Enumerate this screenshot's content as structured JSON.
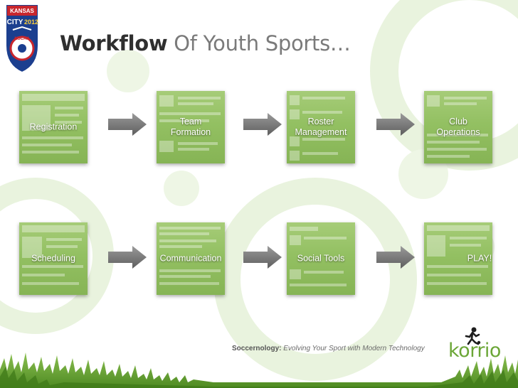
{
  "header": {
    "title_bold": "Workflow",
    "title_rest": "Of Youth Sports…",
    "badge": {
      "line1": "KANSAS",
      "line2": "CITY",
      "year": "2012",
      "org": "NSCAA"
    }
  },
  "workflow": {
    "row1": [
      {
        "line1": "Registration",
        "line2": ""
      },
      {
        "line1": "Team",
        "line2": "Formation"
      },
      {
        "line1": "Roster",
        "line2": "Management"
      },
      {
        "line1": "Club",
        "line2": "Operations"
      }
    ],
    "row2": [
      {
        "line1": "Scheduling",
        "line2": ""
      },
      {
        "line1": "Communication",
        "line2": ""
      },
      {
        "line1": "Social Tools",
        "line2": ""
      },
      {
        "line1": "PLAY!",
        "line2": ""
      }
    ]
  },
  "footer": {
    "brand": "Soccernology:",
    "tagline": "Evolving Your Sport with Modern Technology",
    "logo_text": "korrio"
  },
  "colors": {
    "tile_green": "#93c062",
    "arrow_gray": "#7a7a7a",
    "grass_green": "#6ba637",
    "title_dark": "#2f2f2f",
    "title_gray": "#7a7a7a"
  }
}
